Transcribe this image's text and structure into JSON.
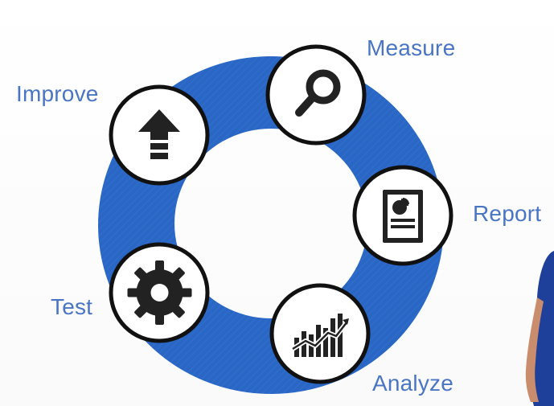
{
  "diagram": {
    "type": "cycle",
    "ring_color": "#2a66c4",
    "label_color": "#4a74c4",
    "icon_color": "#222222",
    "steps": [
      {
        "label": "Measure",
        "icon": "magnifier-icon"
      },
      {
        "label": "Report",
        "icon": "report-document-icon"
      },
      {
        "label": "Analyze",
        "icon": "bar-chart-trend-icon"
      },
      {
        "label": "Test",
        "icon": "gear-icon"
      },
      {
        "label": "Improve",
        "icon": "up-arrow-icon"
      }
    ]
  }
}
